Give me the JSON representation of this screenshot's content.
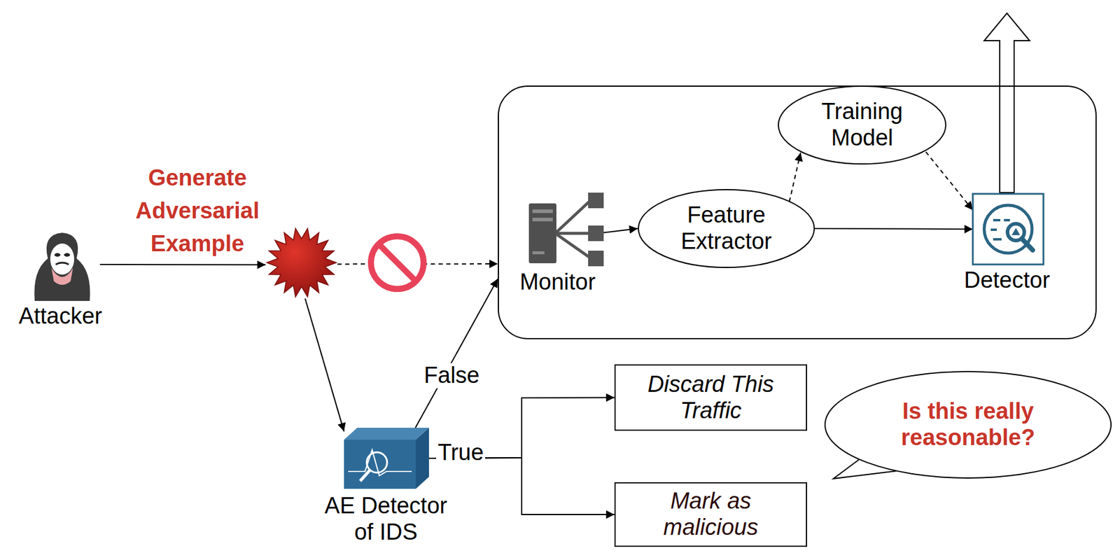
{
  "diagram": {
    "nodes": [
      {
        "text": [
          "Attacker"
        ]
      },
      {
        "text": [
          "Generate Adversarial Example"
        ]
      },
      {
        "text": []
      },
      {
        "text": [
          "Monitor"
        ],
        "in": 2
      },
      {
        "text": [
          "Feature Extractor"
        ],
        "in": 2
      },
      {
        "text": [
          "Training Model"
        ],
        "in": 2
      },
      {
        "text": [
          "Detector"
        ],
        "in": 2
      },
      {
        "text": [
          "AE Detector of IDS"
        ]
      },
      {
        "text": [
          "Discard This Traffic"
        ]
      },
      {
        "text": [
          "Mark as malicious"
        ]
      },
      {
        "text": [
          "Is this really reasonable?"
        ]
      }
    ],
    "edges": [
      {
        "from": 0,
        "to": 1,
        "arrow": "to"
      },
      {
        "from": 1,
        "to": 2,
        "arrow": "to"
      },
      {
        "from": 1,
        "to": 7,
        "arrow": "to"
      },
      {
        "from": 7,
        "to": 2,
        "label": "False",
        "arrow": "to"
      },
      {
        "from": 7,
        "to": 8,
        "label": "True",
        "arrow": "to"
      },
      {
        "from": 7,
        "to": 9,
        "arrow": "to"
      },
      {
        "from": 3,
        "to": 4,
        "arrow": "to"
      },
      {
        "from": 4,
        "to": 5,
        "arrow": "to"
      },
      {
        "from": 5,
        "to": 6,
        "arrow": "to"
      },
      {
        "from": 4,
        "to": 6,
        "arrow": "to"
      }
    ]
  }
}
